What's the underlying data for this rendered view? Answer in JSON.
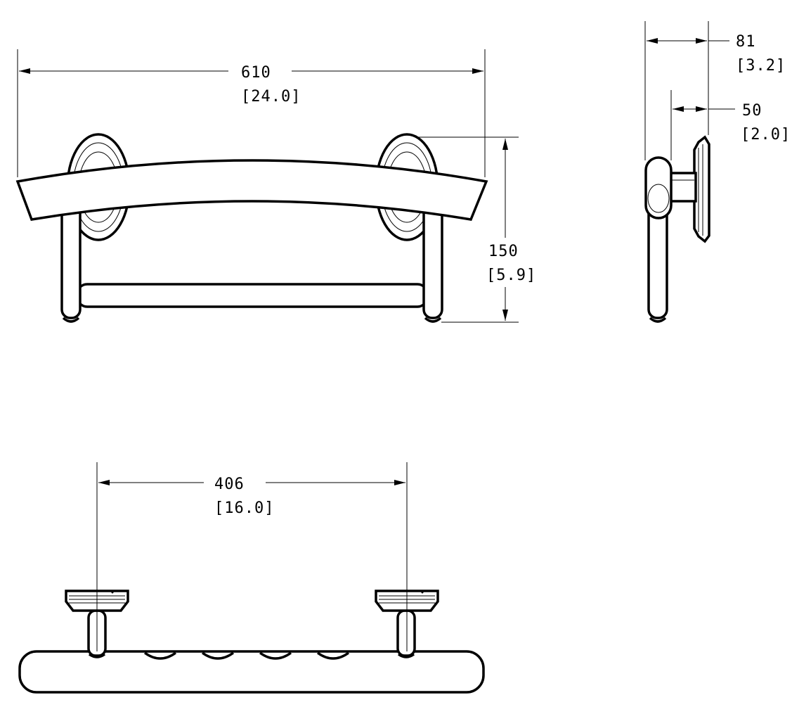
{
  "dimensions": {
    "overall_length": {
      "mm": "610",
      "inch": "[24.0]"
    },
    "height": {
      "mm": "150",
      "inch": "[5.9]"
    },
    "projection": {
      "mm": "81",
      "inch": "[3.2]"
    },
    "flange_depth": {
      "mm": "50",
      "inch": "[2.0]"
    },
    "mount_spacing": {
      "mm": "406",
      "inch": "[16.0]"
    }
  },
  "colors": {
    "line": "#000000",
    "background": "#ffffff"
  }
}
